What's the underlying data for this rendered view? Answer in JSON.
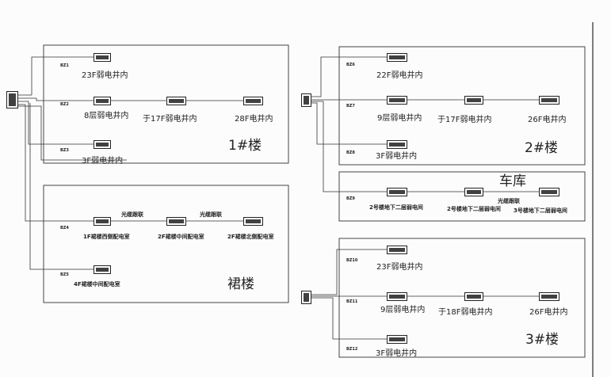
{
  "buildings": {
    "b1": {
      "title": "1#楼",
      "codes": [
        "BZ1",
        "BZ2",
        "BZ3"
      ],
      "floors": [
        "23F弱电井内",
        "8层弱电井内",
        "于17F弱电井内",
        "28F电井内",
        "3F弱电井内"
      ]
    },
    "podium": {
      "title": "裙楼",
      "codes": [
        "BZ4",
        "BZ5"
      ],
      "cable_labels": [
        "光缆跟联",
        "光缆跟联"
      ],
      "rooms": [
        "1F裙楼西侧配电室",
        "2F裙楼中间配电室",
        "2F裙楼北侧配电室",
        "4F裙楼中间配电室"
      ]
    },
    "b2": {
      "title": "2#楼",
      "codes": [
        "BZ6",
        "BZ7",
        "BZ8"
      ],
      "floors": [
        "22F弱电井内",
        "9层弱电井内",
        "于17F弱电井内",
        "26F电井内",
        "3F弱电井内"
      ]
    },
    "garage": {
      "title": "车库",
      "codes": [
        "BZ9"
      ],
      "cable_label": "光缆跟联",
      "rooms": [
        "2号楼地下二层弱电间",
        "2号楼地下二层弱电间",
        "3号楼地下二层弱电间"
      ]
    },
    "b3": {
      "title": "3#楼",
      "codes": [
        "BZ10",
        "BZ11",
        "BZ12"
      ],
      "floors": [
        "23F弱电井内",
        "9层弱电井内",
        "于18F弱电井内",
        "26F电井内",
        "3F弱电井内"
      ]
    }
  }
}
